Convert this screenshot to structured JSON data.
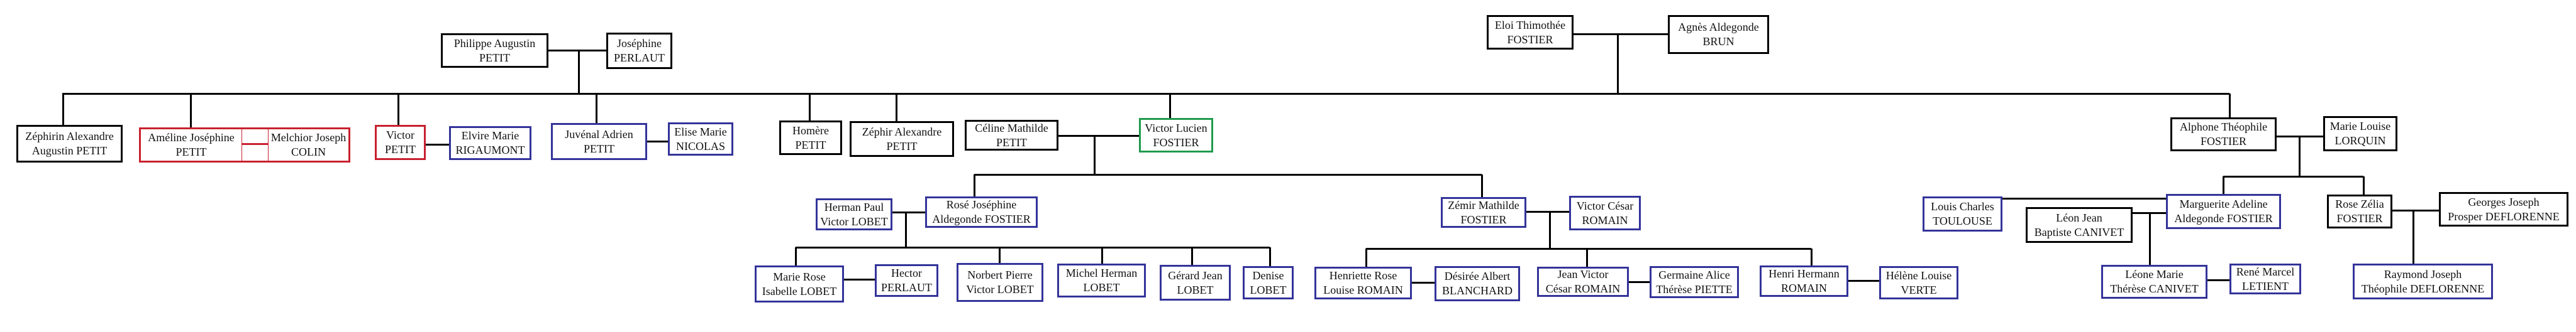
{
  "colors": {
    "default": "#000000",
    "red": "#c8202e",
    "blue": "#33339a",
    "green": "#1f9a4c"
  },
  "persons": [
    {
      "l1": "Philippe Augustin",
      "l2": "PETIT",
      "color": "#000000"
    },
    {
      "l1": "Joséphine",
      "l2": "PERLAUT",
      "color": "#000000"
    },
    {
      "l1": "Zéphirin Alexandre",
      "l2": "Augustin PETIT",
      "color": "#000000"
    },
    {
      "l1": "Améline Joséphine",
      "l2": "PETIT",
      "color": "#c8202e"
    },
    {
      "l1": "Melchior Joseph",
      "l2": "COLIN",
      "color": "#c8202e"
    },
    {
      "l1": "Victor",
      "l2": "PETIT",
      "color": "#c8202e"
    },
    {
      "l1": "Elvire Marie",
      "l2": "RIGAUMONT",
      "color": "#33339a"
    },
    {
      "l1": "Juvénal Adrien",
      "l2": "PETIT",
      "color": "#33339a"
    },
    {
      "l1": "Elise Marie",
      "l2": "NICOLAS",
      "color": "#33339a"
    },
    {
      "l1": "Homère",
      "l2": "PETIT",
      "color": "#000000"
    },
    {
      "l1": "Zéphir Alexandre",
      "l2": "PETIT",
      "color": "#000000"
    },
    {
      "l1": "Céline Mathilde",
      "l2": "PETIT",
      "color": "#000000"
    },
    {
      "l1": "Victor Lucien",
      "l2": "FOSTIER",
      "color": "#1f9a4c"
    },
    {
      "l1": "Eloi Thimothée",
      "l2": "FOSTIER",
      "color": "#000000"
    },
    {
      "l1": "Agnès Aldegonde",
      "l2": "BRUN",
      "color": "#000000"
    },
    {
      "l1": "Alphone Théophile",
      "l2": "FOSTIER",
      "color": "#000000"
    },
    {
      "l1": "Marie Louise",
      "l2": "LORQUIN",
      "color": "#000000"
    },
    {
      "l1": "Herman Paul",
      "l2": "Victor LOBET",
      "color": "#33339a"
    },
    {
      "l1": "Rosé Joséphine",
      "l2": "Aldegonde FOSTIER",
      "color": "#33339a"
    },
    {
      "l1": "Zémir Mathilde",
      "l2": "FOSTIER",
      "color": "#33339a"
    },
    {
      "l1": "Victor César",
      "l2": "ROMAIN",
      "color": "#33339a"
    },
    {
      "l1": "Marie Rose",
      "l2": "Isabelle LOBET",
      "color": "#33339a"
    },
    {
      "l1": "Hector",
      "l2": "PERLAUT",
      "color": "#33339a"
    },
    {
      "l1": "Norbert Pierre",
      "l2": "Victor LOBET",
      "color": "#33339a"
    },
    {
      "l1": "Michel Herman",
      "l2": "LOBET",
      "color": "#33339a"
    },
    {
      "l1": "Gérard Jean",
      "l2": "LOBET",
      "color": "#33339a"
    },
    {
      "l1": "Denise",
      "l2": "LOBET",
      "color": "#33339a"
    },
    {
      "l1": "Henriette Rose",
      "l2": "Louise ROMAIN",
      "color": "#33339a"
    },
    {
      "l1": "Désirée Albert",
      "l2": "BLANCHARD",
      "color": "#33339a"
    },
    {
      "l1": "Jean Victor",
      "l2": "César ROMAIN",
      "color": "#33339a"
    },
    {
      "l1": "Germaine Alice",
      "l2": "Thérèse PIETTE",
      "color": "#33339a"
    },
    {
      "l1": "Henri Hermann",
      "l2": "ROMAIN",
      "color": "#33339a"
    },
    {
      "l1": "Hélène Louise",
      "l2": "VERTE",
      "color": "#33339a"
    },
    {
      "l1": "Louis Charles",
      "l2": "TOULOUSE",
      "color": "#33339a"
    },
    {
      "l1": "Léon Jean",
      "l2": "Baptiste CANIVET",
      "color": "#000000"
    },
    {
      "l1": "Marguerite Adeline",
      "l2": "Aldegonde FOSTIER",
      "color": "#33339a"
    },
    {
      "l1": "Rose Zélia",
      "l2": "FOSTIER",
      "color": "#000000"
    },
    {
      "l1": "Georges Joseph",
      "l2": "Prosper DEFLORENNE",
      "color": "#000000"
    },
    {
      "l1": "Léone Marie",
      "l2": "Thérèse CANIVET",
      "color": "#33339a"
    },
    {
      "l1": "René Marcel",
      "l2": "LETIENT",
      "color": "#33339a"
    },
    {
      "l1": "Raymond Joseph",
      "l2": "Théophile DEFLORENNE",
      "color": "#33339a"
    }
  ]
}
